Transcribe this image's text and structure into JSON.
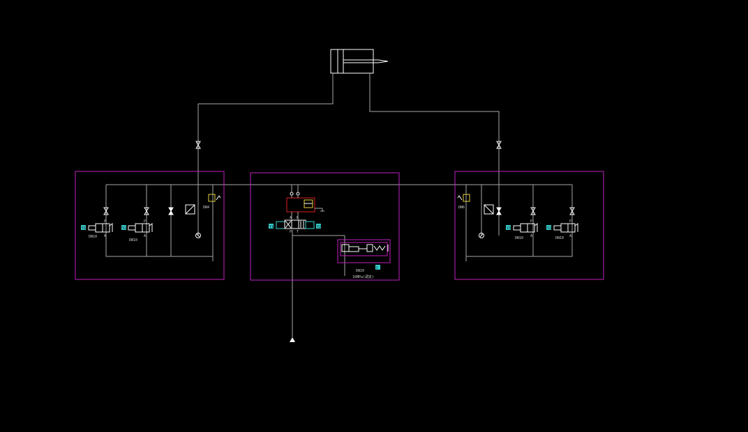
{
  "colors": {
    "background": "#000000",
    "line": "#a8a8a8",
    "group_frame": "#c21fc2",
    "component": "#ffffff",
    "solenoid_tag": "#35c9c9",
    "highlight_red": "#e02020",
    "sensor_yellow": "#e6d23a",
    "valve_cyan": "#2fd0d0"
  },
  "left_block": {
    "valve_1": {
      "tag": "Y1",
      "code": "DN10",
      "port_p": "P",
      "port_a": "A"
    },
    "valve_2": {
      "tag": "Y2",
      "code": "DN10",
      "port_p": "P",
      "port_a": "A"
    },
    "sensor_code": "DN4"
  },
  "center_block": {
    "main_valve": {
      "tag_left": "Y1",
      "tag_right": "Y2",
      "port_a": "A",
      "port_b": "B",
      "port_p": "P",
      "port_t": "T"
    },
    "relief_tag": "C",
    "relief_code": "DN10",
    "relief_pressure": "16MPa(调定)"
  },
  "right_block": {
    "valve_1": {
      "tag": "Y3",
      "code": "DN10",
      "port_p": "P",
      "port_a": "A"
    },
    "valve_2": {
      "tag": "Y2",
      "code": "DN10",
      "port_p": "P",
      "port_a": "A"
    },
    "sensor_code": "DN6"
  }
}
